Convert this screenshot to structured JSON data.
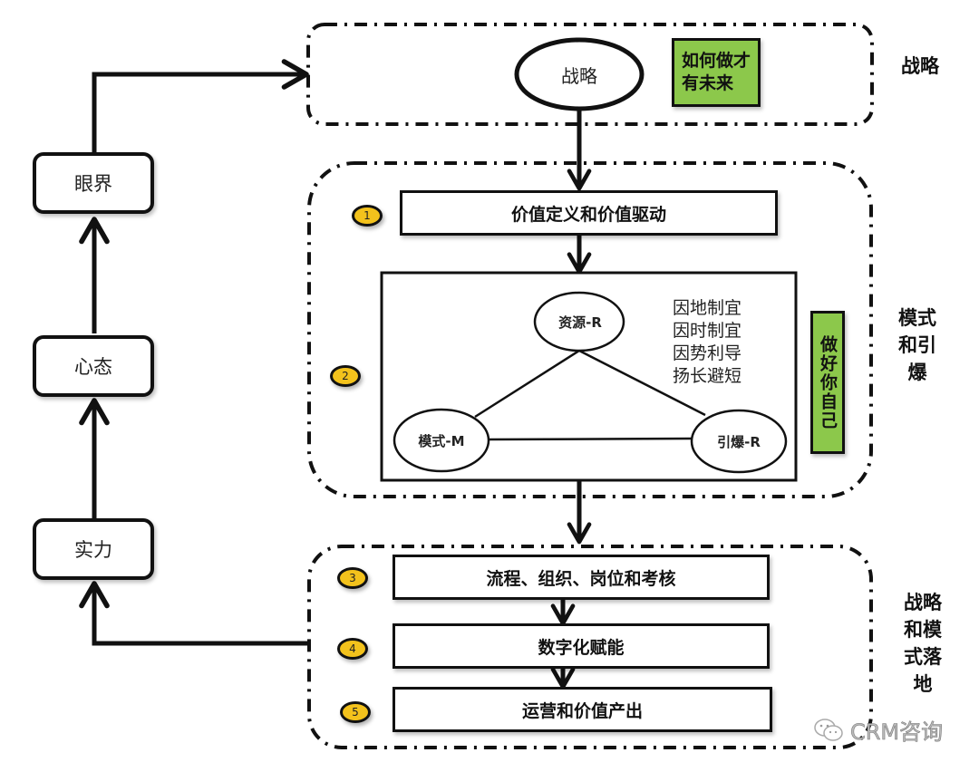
{
  "left_chain": {
    "vision": "眼界",
    "mindset": "心态",
    "strength": "实力"
  },
  "strategy_section": {
    "ellipse": "战略",
    "green_note": "如何做才有未来",
    "side_label": "战略"
  },
  "model_section": {
    "step1": {
      "badge": "1",
      "label": "价值定义和价值驱动"
    },
    "step2": {
      "badge": "2",
      "triangle": {
        "top": "资源-R",
        "left": "模式-M",
        "right": "引爆-R"
      },
      "principles": [
        "因地制宜",
        "因时制宜",
        "因势利导",
        "扬长避短"
      ]
    },
    "green_note": "做好你自己",
    "side_label": "模式和引爆"
  },
  "execution_section": {
    "steps": [
      {
        "badge": "3",
        "label": "流程、组织、岗位和考核"
      },
      {
        "badge": "4",
        "label": "数字化赋能"
      },
      {
        "badge": "5",
        "label": "运营和价值产出"
      }
    ],
    "side_label": "战略和模式落地"
  },
  "watermark": "CRM咨询",
  "colors": {
    "green": "#8cc84b",
    "badge_yellow": "#f3c21c",
    "stroke": "#111111"
  }
}
